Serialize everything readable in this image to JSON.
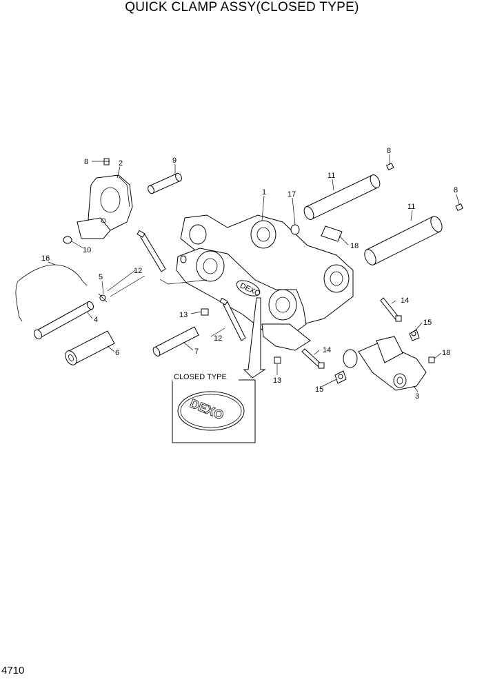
{
  "title": "QUICK CLAMP ASSY(CLOSED TYPE)",
  "page_number": "4710",
  "inset": {
    "label": "CLOSED TYPE",
    "logo_text": "DEXO"
  },
  "frame_logo_text": "DEXO",
  "callouts": {
    "c1": "1",
    "c2": "2",
    "c3": "3",
    "c4": "4",
    "c5": "5",
    "c6": "6",
    "c7": "7",
    "c8a": "8",
    "c8b": "8",
    "c8c": "8",
    "c9": "9",
    "c10": "10",
    "c11a": "11",
    "c11b": "11",
    "c12a": "12",
    "c12b": "12",
    "c13a": "13",
    "c13b": "13",
    "c14a": "14",
    "c14b": "14",
    "c15a": "15",
    "c15b": "15",
    "c16": "16",
    "c17": "17",
    "c18a": "18",
    "c18b": "18"
  }
}
